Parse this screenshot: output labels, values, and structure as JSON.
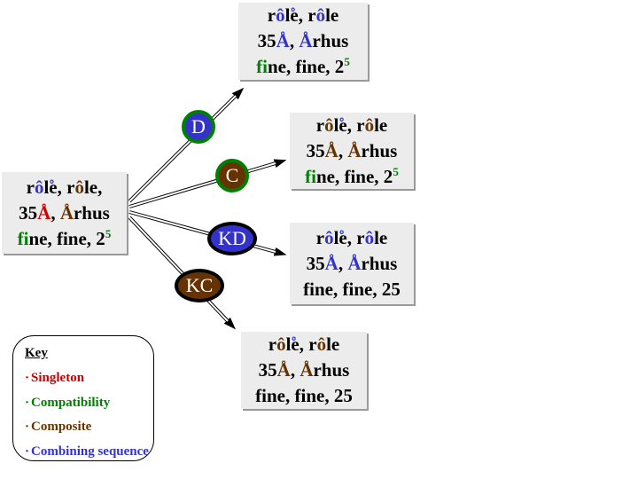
{
  "colors": {
    "combining": "#3333cc",
    "composite": "#663300",
    "singleton": "#cc0000",
    "compatibility": "#008000",
    "plain": "#000000",
    "node_blue": "#3333cc",
    "node_brown": "#663300",
    "node_border_green": "#008000",
    "node_border_black": "#000000",
    "box_bg": "#ececec",
    "box_shadow": "#999999"
  },
  "nodes": {
    "d": {
      "label": "D"
    },
    "c": {
      "label": "C"
    },
    "kd": {
      "label": "KD"
    },
    "kc": {
      "label": "KC"
    }
  },
  "boxes": {
    "source": {
      "lines": [
        [
          {
            "t": "r"
          },
          {
            "t": "ô",
            "c": "combining"
          },
          {
            "t": "l"
          },
          {
            "t": "e"
          },
          {
            "t": "˚",
            "c": "combining",
            "cls": "ring"
          },
          {
            "t": ", r"
          },
          {
            "t": "ô",
            "c": "composite"
          },
          {
            "t": "le,"
          }
        ],
        [
          {
            "t": "35"
          },
          {
            "t": "Å",
            "c": "singleton"
          },
          {
            "t": ", "
          },
          {
            "t": "Å",
            "c": "composite"
          },
          {
            "t": "rhus"
          }
        ],
        [
          {
            "t": "fi",
            "c": "compatibility"
          },
          {
            "t": "ne, fine, 2"
          },
          {
            "t": "5",
            "c": "compatibility",
            "sup": true
          }
        ]
      ]
    },
    "nfd": {
      "lines": [
        [
          {
            "t": "r"
          },
          {
            "t": "ô",
            "c": "combining"
          },
          {
            "t": "l"
          },
          {
            "t": "e"
          },
          {
            "t": "˚",
            "c": "combining",
            "cls": "ring"
          },
          {
            "t": ", r"
          },
          {
            "t": "ô",
            "c": "combining"
          },
          {
            "t": "le"
          }
        ],
        [
          {
            "t": "35"
          },
          {
            "t": "Å",
            "c": "combining"
          },
          {
            "t": ", "
          },
          {
            "t": "Å",
            "c": "combining"
          },
          {
            "t": "rhus"
          }
        ],
        [
          {
            "t": "fi",
            "c": "compatibility"
          },
          {
            "t": "ne, fine, 2"
          },
          {
            "t": "5",
            "c": "compatibility",
            "sup": true
          }
        ]
      ]
    },
    "nfc": {
      "lines": [
        [
          {
            "t": "r"
          },
          {
            "t": "ô",
            "c": "composite"
          },
          {
            "t": "l"
          },
          {
            "t": "e"
          },
          {
            "t": "˚",
            "c": "combining",
            "cls": "ring"
          },
          {
            "t": ", r"
          },
          {
            "t": "ô",
            "c": "composite"
          },
          {
            "t": "le"
          }
        ],
        [
          {
            "t": "35"
          },
          {
            "t": "Å",
            "c": "composite"
          },
          {
            "t": ", "
          },
          {
            "t": "Å",
            "c": "composite"
          },
          {
            "t": "rhus"
          }
        ],
        [
          {
            "t": "fi",
            "c": "compatibility"
          },
          {
            "t": "ne, fine, 2"
          },
          {
            "t": "5",
            "c": "compatibility",
            "sup": true
          }
        ]
      ]
    },
    "nfkd": {
      "lines": [
        [
          {
            "t": "r"
          },
          {
            "t": "ô",
            "c": "combining"
          },
          {
            "t": "l"
          },
          {
            "t": "e"
          },
          {
            "t": "˚",
            "c": "combining",
            "cls": "ring"
          },
          {
            "t": ", r"
          },
          {
            "t": "ô",
            "c": "combining"
          },
          {
            "t": "le"
          }
        ],
        [
          {
            "t": "35"
          },
          {
            "t": "Å",
            "c": "combining"
          },
          {
            "t": ", "
          },
          {
            "t": "Å",
            "c": "combining"
          },
          {
            "t": "rhus"
          }
        ],
        [
          {
            "t": "fine, fine, 25"
          }
        ]
      ]
    },
    "nfkc": {
      "lines": [
        [
          {
            "t": "r"
          },
          {
            "t": "ô",
            "c": "composite"
          },
          {
            "t": "l"
          },
          {
            "t": "e"
          },
          {
            "t": "˚",
            "c": "combining",
            "cls": "ring"
          },
          {
            "t": ", r"
          },
          {
            "t": "ô",
            "c": "composite"
          },
          {
            "t": "le"
          }
        ],
        [
          {
            "t": "35"
          },
          {
            "t": "Å",
            "c": "composite"
          },
          {
            "t": ", "
          },
          {
            "t": "Å",
            "c": "composite"
          },
          {
            "t": "rhus"
          }
        ],
        [
          {
            "t": "fine, fine, 25"
          }
        ]
      ]
    }
  },
  "key": {
    "title": "Key",
    "bullet": "·",
    "items": [
      {
        "label": "Singleton",
        "color": "singleton"
      },
      {
        "label": "Compatibility",
        "color": "compatibility"
      },
      {
        "label": "Composite",
        "color": "composite"
      },
      {
        "label": "Combining sequence",
        "color": "combining"
      }
    ]
  }
}
